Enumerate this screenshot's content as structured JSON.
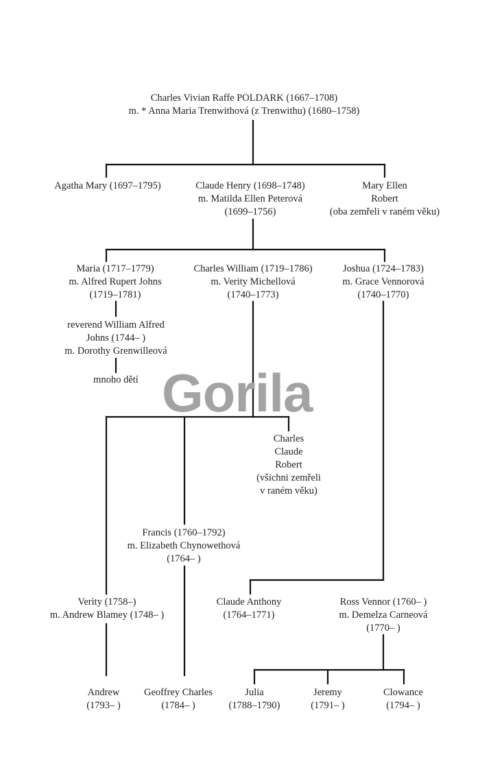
{
  "colors": {
    "line": "#111111",
    "text": "#222222",
    "watermark": "#a3a3a3"
  },
  "watermark": "Gorila",
  "nodes": [
    {
      "id": "root",
      "lines": [
        "Charles Vivian Raffe POLDARK (1667–1708)",
        "m. * Anna Maria Trenwithová (z Trenwithu) (1680–1758)"
      ]
    },
    {
      "id": "agatha",
      "lines": [
        "Agatha Mary (1697–1795)"
      ]
    },
    {
      "id": "claude-henry",
      "lines": [
        "Claude Henry (1698–1748)",
        "m. Matilda Ellen Peterová",
        "(1699–1756)"
      ]
    },
    {
      "id": "mary-ellen",
      "lines": [
        "Mary Ellen",
        "Robert",
        "(oba zemřeli v raném věku)"
      ]
    },
    {
      "id": "maria",
      "lines": [
        "Maria (1717–1779)",
        "m. Alfred Rupert Johns",
        "(1719–1781)"
      ]
    },
    {
      "id": "charles-william",
      "lines": [
        "Charles William (1719–1786)",
        "m. Verity Michellová",
        "(1740–1773)"
      ]
    },
    {
      "id": "joshua",
      "lines": [
        "Joshua (1724–1783)",
        "m. Grace Vennorová",
        "(1740–1770)"
      ]
    },
    {
      "id": "william-alfred",
      "lines": [
        "reverend William Alfred",
        "Johns (1744– )",
        "m. Dorothy Grenwilleová"
      ]
    },
    {
      "id": "many-children",
      "lines": [
        "mnoho dětí"
      ]
    },
    {
      "id": "charles-claude",
      "lines": [
        "Charles",
        "Claude",
        "Robert",
        "(všichni zemřeli",
        "v raném věku)"
      ]
    },
    {
      "id": "francis",
      "lines": [
        "Francis (1760–1792)",
        "m. Elizabeth Chynowethová",
        "(1764– )"
      ]
    },
    {
      "id": "verity",
      "lines": [
        "Verity (1758–)",
        "m. Andrew Blamey (1748– )"
      ]
    },
    {
      "id": "claude-anthony",
      "lines": [
        "Claude Anthony",
        "(1764–1771)"
      ]
    },
    {
      "id": "ross",
      "lines": [
        "Ross Vennor (1760– )",
        "m. Demelza Carneová",
        "(1770– )"
      ]
    },
    {
      "id": "andrew",
      "lines": [
        "Andrew",
        "(1793– )"
      ]
    },
    {
      "id": "geoffrey",
      "lines": [
        "Geoffrey Charles",
        "(1784– )"
      ]
    },
    {
      "id": "julia",
      "lines": [
        "Julia",
        "(1788–1790)"
      ]
    },
    {
      "id": "jeremy",
      "lines": [
        "Jeremy",
        "(1791– )"
      ]
    },
    {
      "id": "clowance",
      "lines": [
        "Clowance",
        "(1794– )"
      ]
    }
  ]
}
